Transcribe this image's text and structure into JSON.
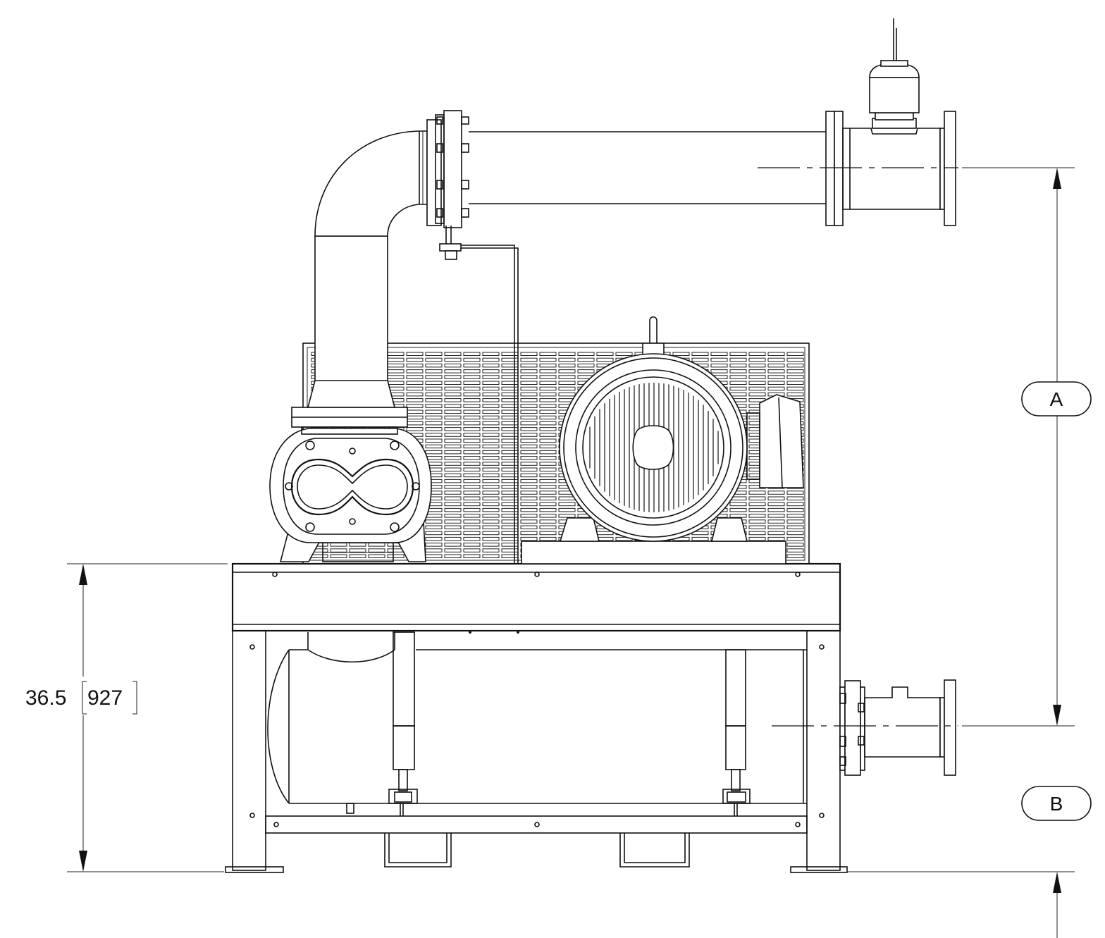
{
  "dimension_height": {
    "value": "36.5",
    "metric": "927"
  },
  "balloons": {
    "a": "A",
    "b": "B"
  }
}
